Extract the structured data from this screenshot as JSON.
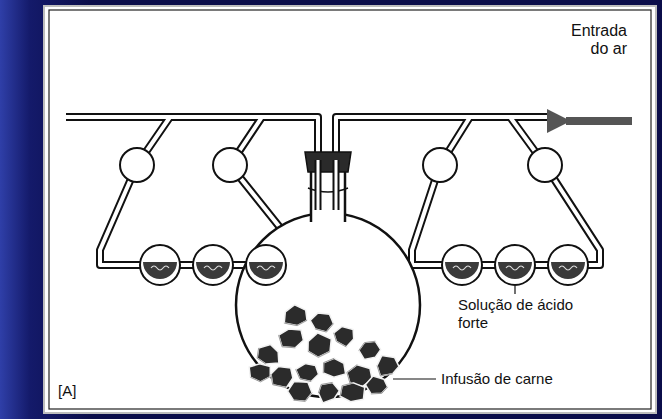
{
  "diagram": {
    "labels": [
      "Entrada do ar",
      "Solução de ácido forte",
      "Infusão de carne",
      "[A]"
    ]
  }
}
